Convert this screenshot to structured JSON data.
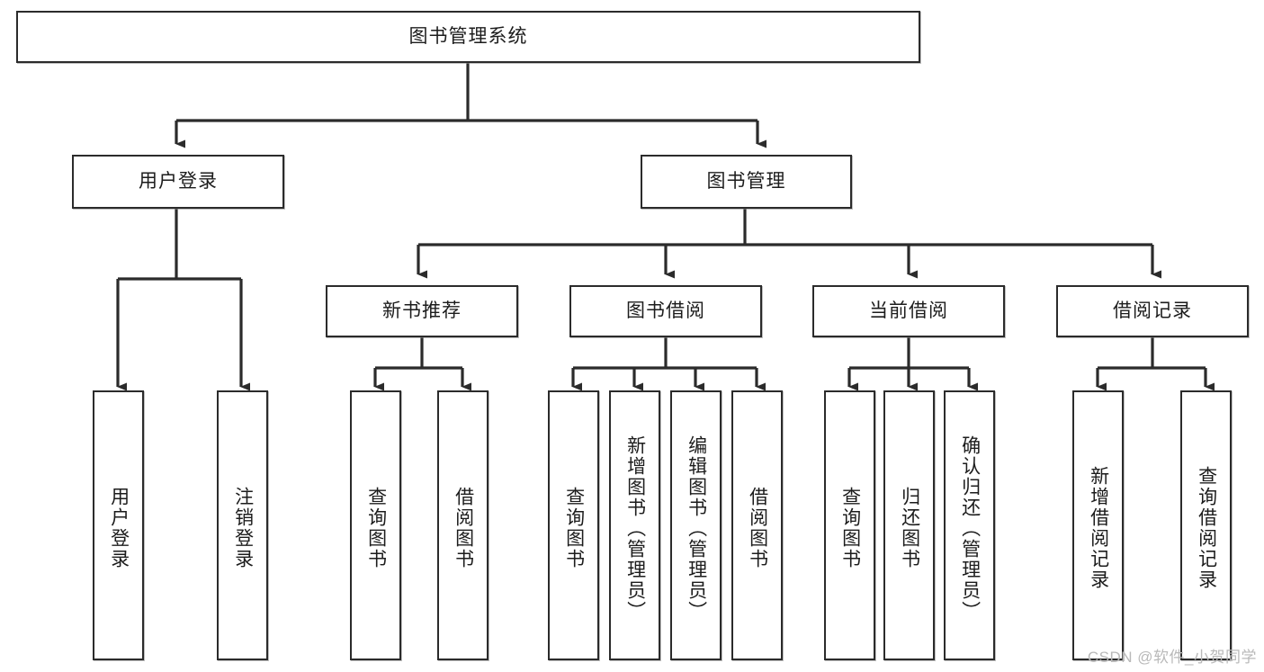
{
  "diagram": {
    "title": "图书管理系统",
    "type": "tree-hierarchy",
    "watermark": "CSDN @软件_小贺同学",
    "edge_color": "#2b2b2b",
    "box_border_color": "#2b2b2b",
    "box_fill_color": "#ffffff",
    "text_color": "#1c1c1c"
  },
  "nodes": {
    "root": {
      "label": "图书管理系统",
      "level": 0,
      "orientation": "horizontal"
    },
    "level1": [
      {
        "id": "user-login",
        "label": "用户登录",
        "orientation": "horizontal"
      },
      {
        "id": "book-manage",
        "label": "图书管理",
        "orientation": "horizontal"
      }
    ],
    "level2": [
      {
        "id": "new-book-recommend",
        "label": "新书推荐",
        "orientation": "horizontal"
      },
      {
        "id": "book-borrow",
        "label": "图书借阅",
        "orientation": "horizontal"
      },
      {
        "id": "current-borrow",
        "label": "当前借阅",
        "orientation": "horizontal"
      },
      {
        "id": "borrow-record",
        "label": "借阅记录",
        "orientation": "horizontal"
      }
    ],
    "leaves": [
      {
        "id": "leaf-user-login",
        "label": "用户登录",
        "parent": "user-login",
        "orientation": "vertical"
      },
      {
        "id": "leaf-logout-login",
        "label": "注销登录",
        "parent": "user-login",
        "orientation": "vertical"
      },
      {
        "id": "leaf-query-book-1",
        "label": "查询图书",
        "parent": "new-book-recommend",
        "orientation": "vertical"
      },
      {
        "id": "leaf-borrow-book-1",
        "label": "借阅图书",
        "parent": "new-book-recommend",
        "orientation": "vertical"
      },
      {
        "id": "leaf-query-book-2",
        "label": "查询图书",
        "parent": "book-borrow",
        "orientation": "vertical"
      },
      {
        "id": "leaf-add-book",
        "label": "新增图书（管理员）",
        "parent": "book-borrow",
        "orientation": "vertical"
      },
      {
        "id": "leaf-edit-book",
        "label": "编辑图书（管理员）",
        "parent": "book-borrow",
        "orientation": "vertical"
      },
      {
        "id": "leaf-borrow-book-2",
        "label": "借阅图书",
        "parent": "book-borrow",
        "orientation": "vertical"
      },
      {
        "id": "leaf-query-book-3",
        "label": "查询图书",
        "parent": "current-borrow",
        "orientation": "vertical"
      },
      {
        "id": "leaf-return-book",
        "label": "归还图书",
        "parent": "current-borrow",
        "orientation": "vertical"
      },
      {
        "id": "leaf-confirm-return",
        "label": "确认归还（管理员）",
        "parent": "current-borrow",
        "orientation": "vertical"
      },
      {
        "id": "leaf-add-record",
        "label": "新增借阅记录",
        "parent": "borrow-record",
        "orientation": "vertical"
      },
      {
        "id": "leaf-query-record",
        "label": "查询借阅记录",
        "parent": "borrow-record",
        "orientation": "vertical"
      }
    ]
  }
}
